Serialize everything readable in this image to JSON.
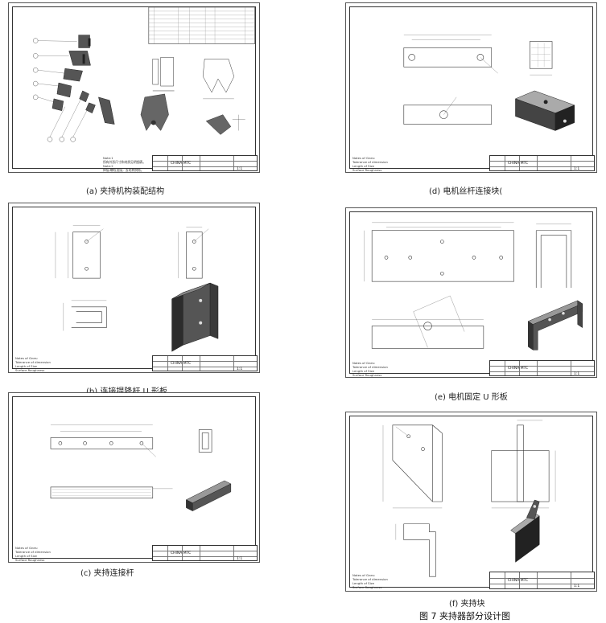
{
  "sheets": [
    {
      "id": "a",
      "caption": "(a)  夹持机构装配结构",
      "company": "CHINA  MTC",
      "rev": "1:1"
    },
    {
      "id": "b",
      "caption": "(b)  连接提降杆 U 形板",
      "company": "CHINA  MTC",
      "rev": "1:1"
    },
    {
      "id": "c",
      "caption": "(c)  夹持连接杆",
      "company": "CHINA  MTC",
      "rev": "1:1"
    },
    {
      "id": "d",
      "caption": "(d)  电机丝杆连接块(",
      "company": "CHINA  MTC",
      "rev": "1:1"
    },
    {
      "id": "e",
      "caption": "(e)  电机固定 U 形板",
      "company": "CHINA  MTC",
      "rev": "1:1"
    },
    {
      "id": "f",
      "caption": "(f)  夹持块",
      "company": "CHINA  MTC",
      "rev": "1:1"
    }
  ],
  "figure_title": "图 7    夹持器部分设计图"
}
